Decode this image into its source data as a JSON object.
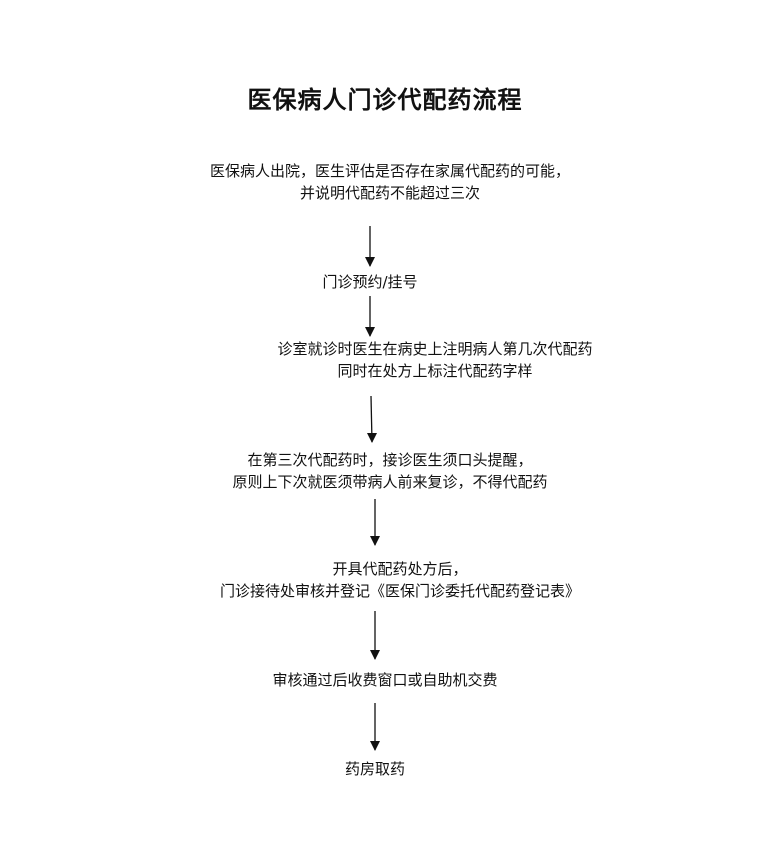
{
  "title": "医保病人门诊代配药流程",
  "steps": [
    {
      "lines": [
        "医保病人出院，医生评估是否存在家属代配药的可能，",
        "并说明代配药不能超过三次"
      ]
    },
    {
      "lines": [
        "门诊预约/挂号"
      ]
    },
    {
      "lines": [
        "诊室就诊时医生在病史上注明病人第几次代配药",
        "同时在处方上标注代配药字样"
      ]
    },
    {
      "lines": [
        "在第三次代配药时，接诊医生须口头提醒，",
        "原则上下次就医须带病人前来复诊，不得代配药"
      ]
    },
    {
      "lines": [
        "开具代配药处方后，",
        "门诊接待处审核并登记《医保门诊委托代配药登记表》"
      ]
    },
    {
      "lines": [
        "审核通过后收费窗口或自助机交费"
      ]
    },
    {
      "lines": [
        "药房取药"
      ]
    }
  ]
}
